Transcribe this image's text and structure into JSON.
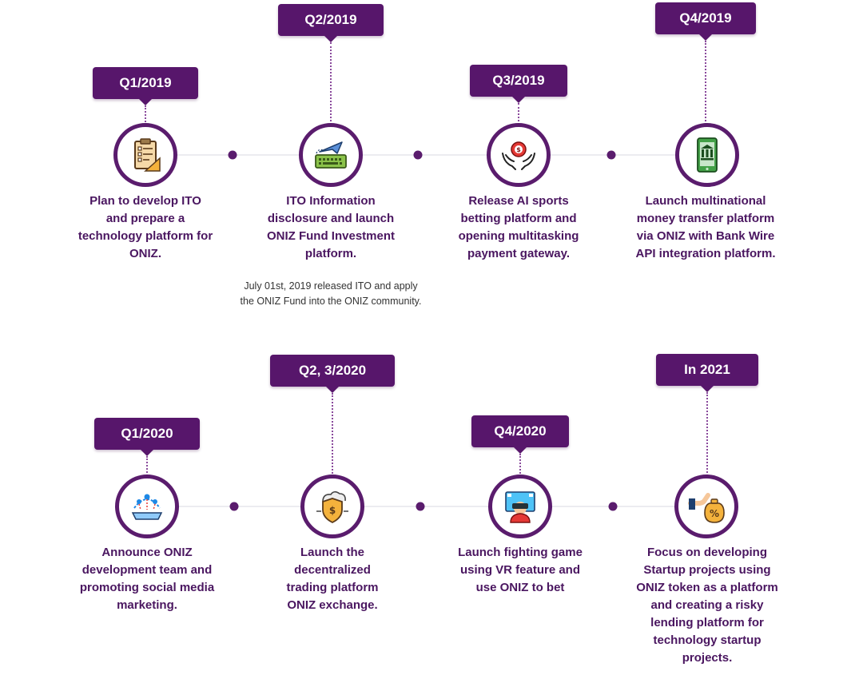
{
  "colors": {
    "primary": "#57166b",
    "text": "#4a1660",
    "line": "#ececf0"
  },
  "row1": {
    "milestones": [
      {
        "badge": "Q1/2019",
        "icon": "checklist-clipboard-icon",
        "description": "Plan to develop ITO and prepare a technology platform for ONIZ."
      },
      {
        "badge": "Q2/2019",
        "icon": "keyboard-paper-plane-icon",
        "description": "ITO Information disclosure and launch ONIZ Fund Investment platform.",
        "note": "July 01st, 2019 released ITO and apply the ONIZ Fund into the ONIZ community."
      },
      {
        "badge": "Q3/2019",
        "icon": "hands-chip-icon",
        "description": "Release AI sports betting platform and opening multitasking payment gateway."
      },
      {
        "badge": "Q4/2019",
        "icon": "mobile-bank-icon",
        "description": "Launch multinational money transfer platform via ONIZ with Bank Wire API integration platform."
      }
    ]
  },
  "row2": {
    "milestones": [
      {
        "badge": "Q1/2020",
        "icon": "team-network-icon",
        "description": "Announce ONIZ development team and promoting social media marketing."
      },
      {
        "badge": "Q2, 3/2020",
        "icon": "cloud-shield-dollar-icon",
        "description": "Launch the decentralized trading platform ONIZ exchange."
      },
      {
        "badge": "Q4/2020",
        "icon": "vr-headset-icon",
        "description": "Launch fighting game using VR feature and use ONIZ to bet"
      },
      {
        "badge": "In 2021",
        "icon": "hand-money-bag-icon",
        "description": "Focus on developing Startup projects using ONIZ token as a platform and creating a risky lending platform for technology startup projects."
      }
    ]
  }
}
